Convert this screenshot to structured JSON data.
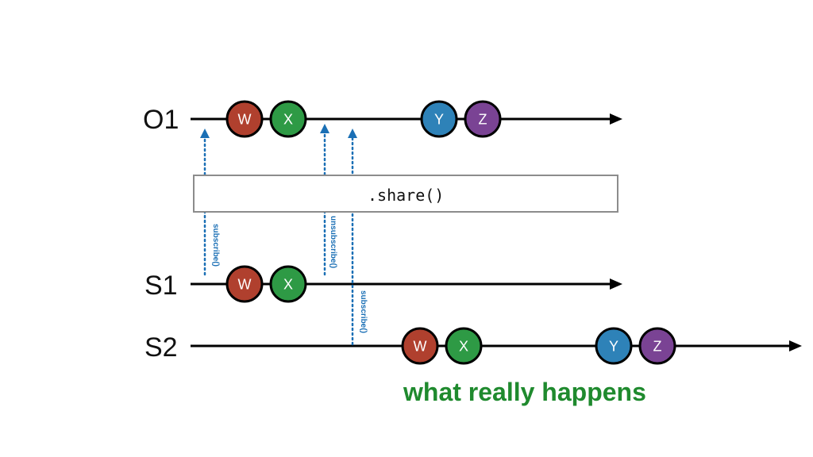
{
  "timelines": [
    {
      "id": "o1",
      "label": "O1",
      "events": [
        {
          "label": "W",
          "color": "#b0402e"
        },
        {
          "label": "X",
          "color": "#2e9a45"
        },
        {
          "label": "Y",
          "color": "#2e82b8"
        },
        {
          "label": "Z",
          "color": "#7a4394"
        }
      ]
    },
    {
      "id": "s1",
      "label": "S1",
      "events": [
        {
          "label": "W",
          "color": "#b0402e"
        },
        {
          "label": "X",
          "color": "#2e9a45"
        }
      ]
    },
    {
      "id": "s2",
      "label": "S2",
      "events": [
        {
          "label": "W",
          "color": "#b0402e"
        },
        {
          "label": "X",
          "color": "#2e9a45"
        },
        {
          "label": "Y",
          "color": "#2e82b8"
        },
        {
          "label": "Z",
          "color": "#7a4394"
        }
      ]
    }
  ],
  "operator": {
    "text": ".share()"
  },
  "calls": [
    "subscribe()",
    "unsubscribe()",
    "subscribe()"
  ],
  "caption": "what really happens",
  "colors": {
    "call_arrow": "#1a6fb5",
    "caption": "#1f8a2e",
    "box_border": "#8c8c8c"
  }
}
